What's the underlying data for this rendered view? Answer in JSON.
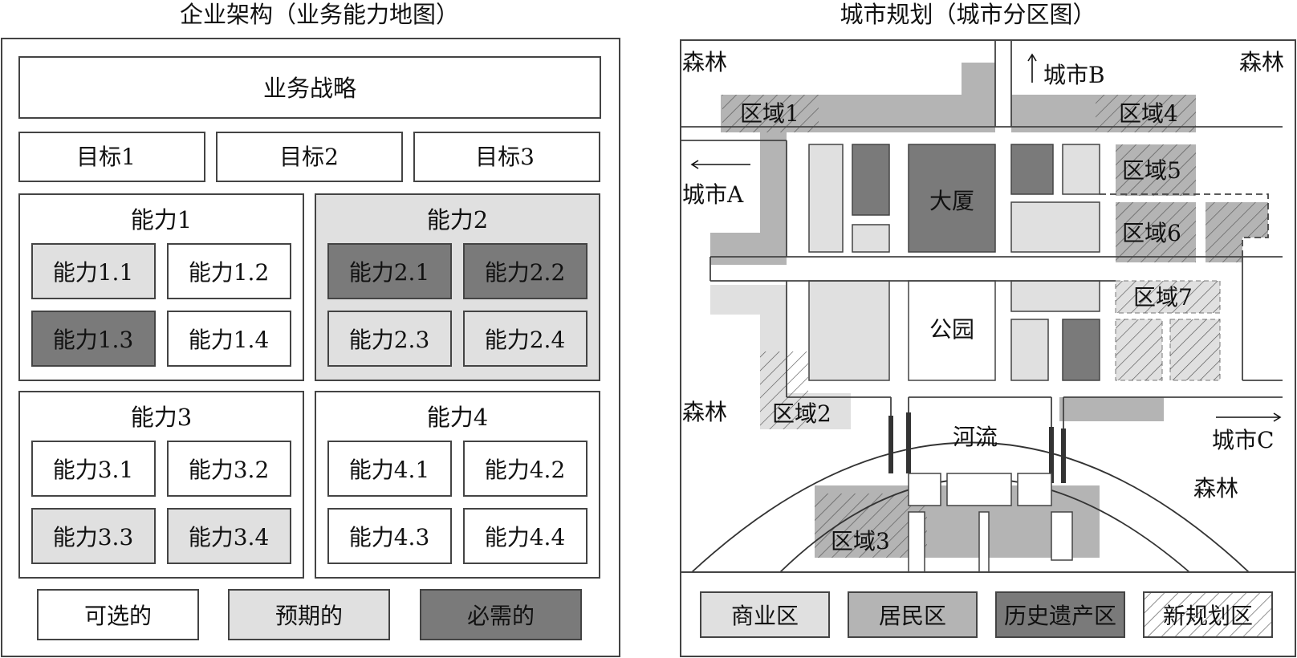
{
  "left_panel": {
    "title": "企业架构（业务能力地图）",
    "strategy": "业务战略",
    "goals": [
      "目标1",
      "目标2",
      "目标3"
    ],
    "capabilities": [
      {
        "name": "能力1",
        "level": "optional",
        "items": [
          {
            "label": "能力1.1",
            "level": "expected"
          },
          {
            "label": "能力1.2",
            "level": "optional"
          },
          {
            "label": "能力1.3",
            "level": "required"
          },
          {
            "label": "能力1.4",
            "level": "optional"
          }
        ]
      },
      {
        "name": "能力2",
        "level": "expected",
        "items": [
          {
            "label": "能力2.1",
            "level": "required"
          },
          {
            "label": "能力2.2",
            "level": "required"
          },
          {
            "label": "能力2.3",
            "level": "expected"
          },
          {
            "label": "能力2.4",
            "level": "expected"
          }
        ]
      },
      {
        "name": "能力3",
        "level": "optional",
        "items": [
          {
            "label": "能力3.1",
            "level": "optional"
          },
          {
            "label": "能力3.2",
            "level": "optional"
          },
          {
            "label": "能力3.3",
            "level": "expected"
          },
          {
            "label": "能力3.4",
            "level": "expected"
          }
        ]
      },
      {
        "name": "能力4",
        "level": "optional",
        "items": [
          {
            "label": "能力4.1",
            "level": "optional"
          },
          {
            "label": "能力4.2",
            "level": "optional"
          },
          {
            "label": "能力4.3",
            "level": "optional"
          },
          {
            "label": "能力4.4",
            "level": "optional"
          }
        ]
      }
    ],
    "legend": [
      {
        "label": "可选的",
        "level": "optional"
      },
      {
        "label": "预期的",
        "level": "expected"
      },
      {
        "label": "必需的",
        "level": "required"
      }
    ]
  },
  "right_panel": {
    "title": "城市规划（城市分区图）",
    "forest": "森林",
    "cities": {
      "a": "城市A",
      "b": "城市B",
      "c": "城市C"
    },
    "landmarks": {
      "building": "大厦",
      "park": "公园",
      "river": "河流"
    },
    "zones": [
      "区域1",
      "区域2",
      "区域3",
      "区域4",
      "区域5",
      "区域6",
      "区域7"
    ],
    "legend": [
      {
        "label": "商业区",
        "type": "commercial"
      },
      {
        "label": "居民区",
        "type": "residential"
      },
      {
        "label": "历史遗产区",
        "type": "heritage"
      },
      {
        "label": "新规划区",
        "type": "new-planning"
      }
    ]
  },
  "colors": {
    "optional": "#ffffff",
    "expected": "#e0e0e0",
    "required": "#7a7a7a",
    "commercial": "#e0e0e0",
    "residential": "#b4b4b4",
    "heritage": "#7a7a7a",
    "line": "#444444"
  }
}
